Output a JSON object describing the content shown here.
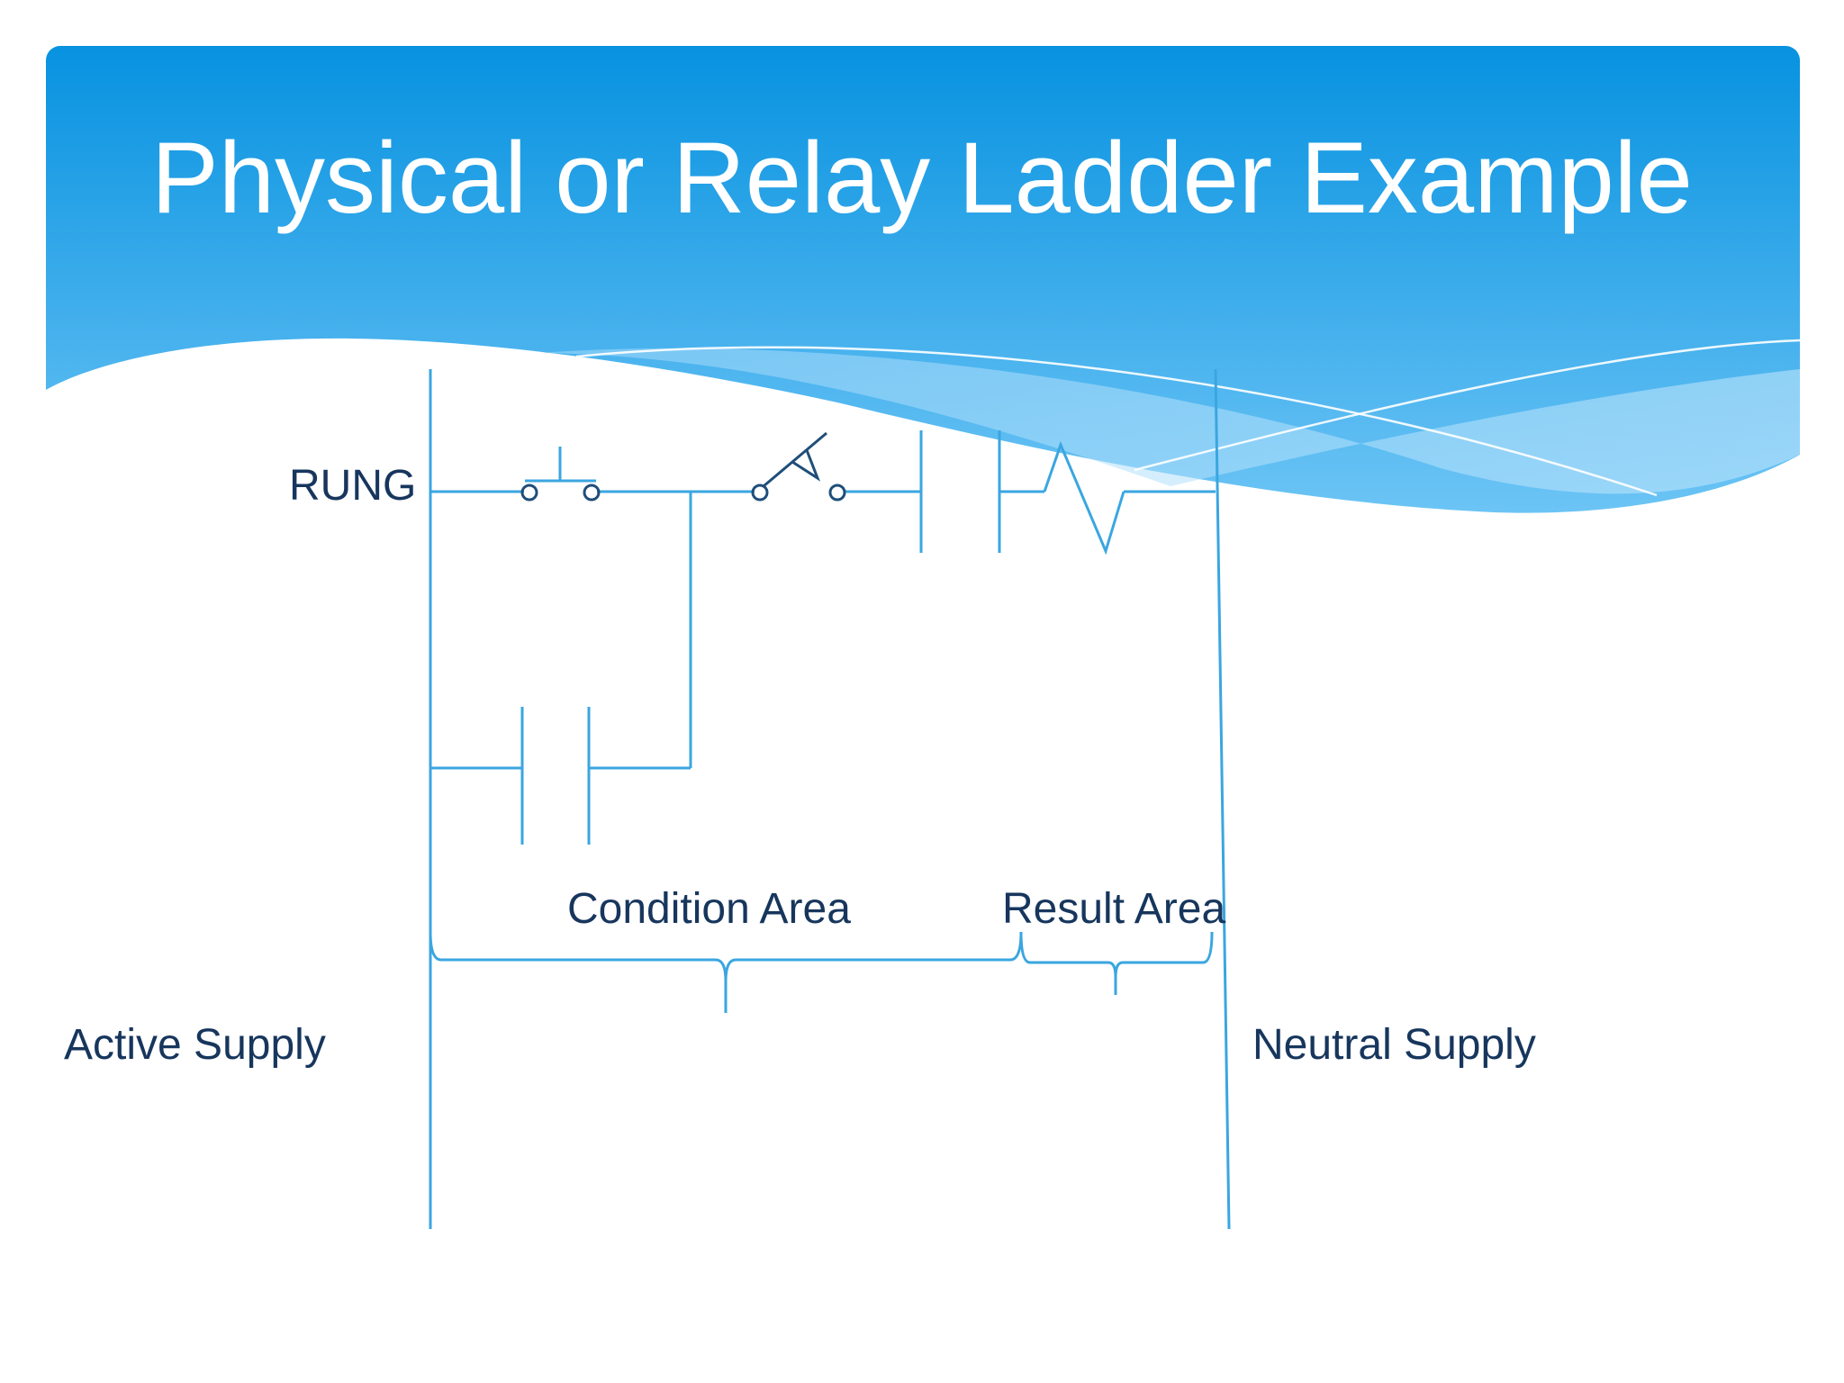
{
  "slide": {
    "title": "Physical or Relay Ladder Example"
  },
  "diagram": {
    "labels": {
      "rung": "RUNG",
      "condition_area": "Condition Area",
      "result_area": "Result Area",
      "active_supply": "Active Supply",
      "neutral_supply": "Neutral Supply"
    }
  },
  "colors": {
    "header_top": "#0792e0",
    "header_bottom": "#68c2f4",
    "wire": "#3aa6e0",
    "symbol_dark": "#1f4e79",
    "label_text": "#17365d"
  }
}
